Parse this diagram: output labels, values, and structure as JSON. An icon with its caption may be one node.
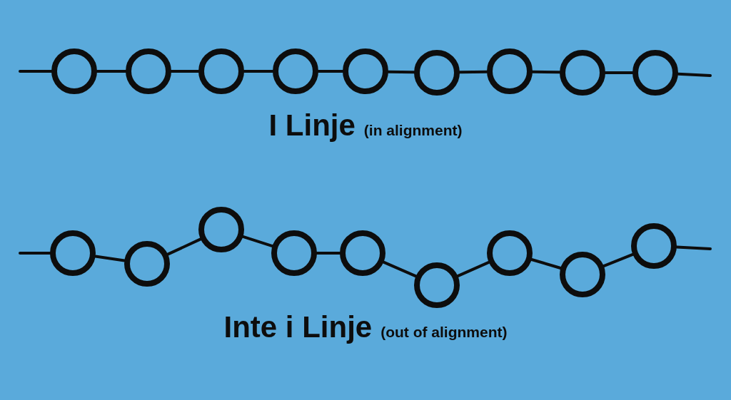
{
  "diagram": {
    "nodes": [
      {
        "text": [],
        "shape": "circle"
      },
      {
        "text": [],
        "shape": "circle"
      },
      {
        "text": [],
        "shape": "circle"
      },
      {
        "text": [],
        "shape": "circle"
      },
      {
        "text": [],
        "shape": "circle"
      },
      {
        "text": [],
        "shape": "circle"
      },
      {
        "text": [],
        "shape": "circle"
      },
      {
        "text": [],
        "shape": "circle"
      },
      {
        "text": [],
        "shape": "circle"
      },
      {
        "text": [],
        "shape": "circle"
      },
      {
        "text": [],
        "shape": "circle"
      },
      {
        "text": [],
        "shape": "circle"
      },
      {
        "text": [],
        "shape": "circle"
      },
      {
        "text": [],
        "shape": "circle"
      },
      {
        "text": [],
        "shape": "circle"
      },
      {
        "text": [],
        "shape": "circle"
      },
      {
        "text": [],
        "shape": "circle"
      },
      {
        "text": [],
        "shape": "circle"
      }
    ],
    "edges": [
      {
        "from": null,
        "to": 0,
        "arrow": "none"
      },
      {
        "from": 0,
        "to": 1,
        "arrow": "none"
      },
      {
        "from": 1,
        "to": 2,
        "arrow": "none"
      },
      {
        "from": 2,
        "to": 3,
        "arrow": "none"
      },
      {
        "from": 3,
        "to": 4,
        "arrow": "none"
      },
      {
        "from": 4,
        "to": 5,
        "arrow": "none"
      },
      {
        "from": 5,
        "to": 6,
        "arrow": "none"
      },
      {
        "from": 6,
        "to": 7,
        "arrow": "none"
      },
      {
        "from": 7,
        "to": 8,
        "arrow": "none"
      },
      {
        "from": 8,
        "to": null,
        "arrow": "none"
      },
      {
        "from": null,
        "to": 9,
        "arrow": "none"
      },
      {
        "from": 9,
        "to": 10,
        "arrow": "none"
      },
      {
        "from": 10,
        "to": 11,
        "arrow": "none"
      },
      {
        "from": 11,
        "to": 12,
        "arrow": "none"
      },
      {
        "from": 12,
        "to": 13,
        "arrow": "none"
      },
      {
        "from": 13,
        "to": 14,
        "arrow": "none"
      },
      {
        "from": 14,
        "to": 15,
        "arrow": "none"
      },
      {
        "from": 15,
        "to": 16,
        "arrow": "none"
      },
      {
        "from": 16,
        "to": 17,
        "arrow": "none"
      },
      {
        "from": 17,
        "to": null,
        "arrow": "none"
      }
    ],
    "labels": [
      "I Linje",
      "(in alignment)",
      "Inte i Linje",
      "(out of alignment)"
    ]
  }
}
